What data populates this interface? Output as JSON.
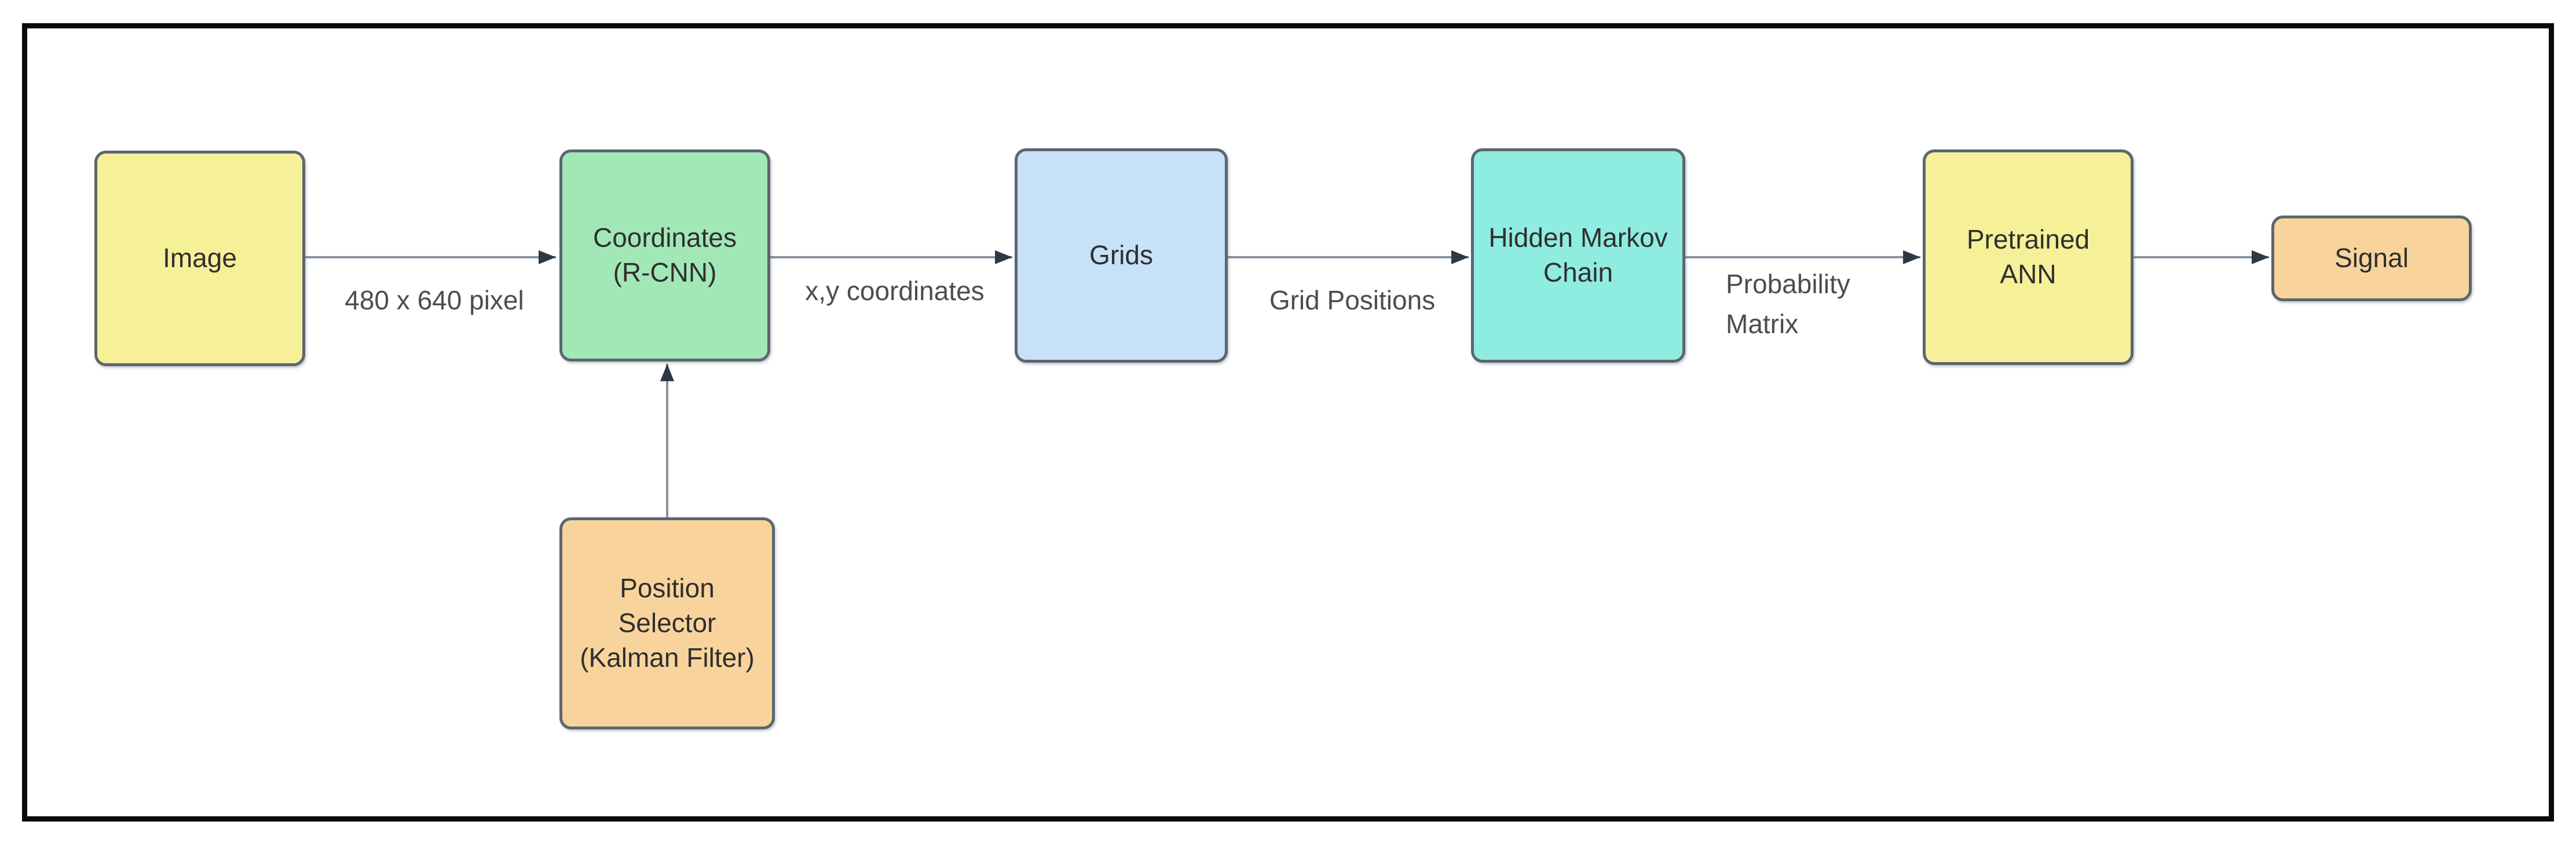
{
  "diagram": {
    "title": "",
    "nodes": {
      "image": {
        "label": "Image",
        "fill": "#f6f098",
        "border": "#5c6670"
      },
      "coordinates": {
        "label": "Coordinates\n(R-CNN)",
        "fill": "#a2e8b6",
        "border": "#5c6670"
      },
      "grids": {
        "label": "Grids",
        "fill": "#c7e1f8",
        "border": "#5c6670"
      },
      "hidden_markov": {
        "label": "Hidden Markov\nChain",
        "fill": "#8fece1",
        "border": "#5c6670"
      },
      "pretrained_ann": {
        "label": "Pretrained\nANN",
        "fill": "#f6f098",
        "border": "#5c6670"
      },
      "signal": {
        "label": "Signal",
        "fill": "#f8d49c",
        "border": "#5c6670"
      },
      "position_selector": {
        "label": "Position\nSelector\n(Kalman Filter)",
        "fill": "#f8d49c",
        "border": "#5c6670"
      }
    },
    "edges": {
      "image_to_coordinates": {
        "label": "480 x 640 pixel"
      },
      "coordinates_to_grids": {
        "label": "x,y coordinates"
      },
      "grids_to_hidden_markov": {
        "label": "Grid Positions"
      },
      "hidden_markov_to_ann": {
        "label": "Probability\nMatrix"
      },
      "ann_to_signal": {
        "label": ""
      },
      "position_to_coordinates": {
        "label": ""
      }
    },
    "colors": {
      "frame_border": "#0a0a0a",
      "arrow_line": "#8a939f",
      "arrow_head": "#2b3947",
      "label_text": "#4d4d4d",
      "node_text": "#2f2f2f"
    }
  }
}
